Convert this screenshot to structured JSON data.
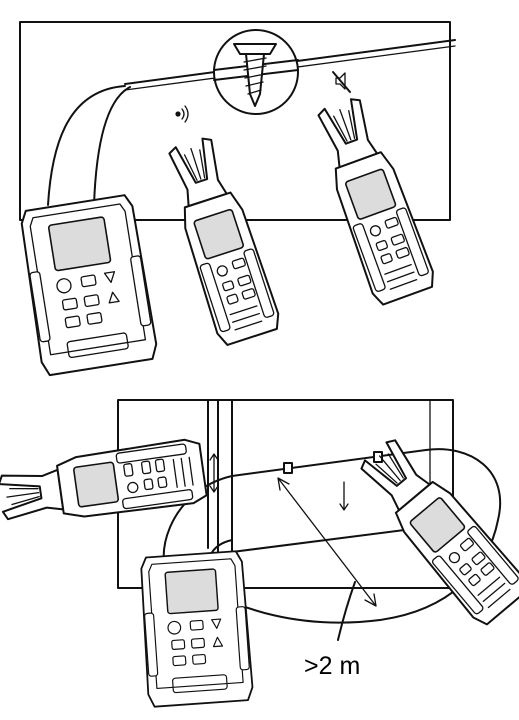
{
  "top_panel": {
    "signal_present_icon": "speaker-on",
    "signal_muted_icon": "speaker-muted",
    "detail_icon": "screw-in-cable"
  },
  "bottom_panel": {
    "distance_label": ">2 m"
  }
}
